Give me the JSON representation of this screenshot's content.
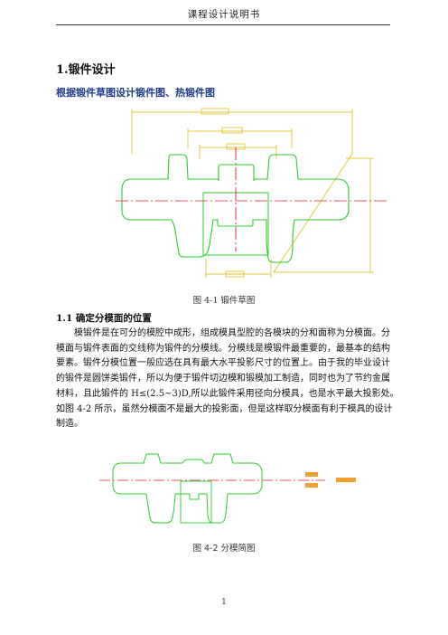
{
  "header": {
    "title": "课程设计说明书"
  },
  "section": {
    "title": "1.锻件设计",
    "subtitle": "根据锻件草图设计锻件图、热锻件图"
  },
  "figure1": {
    "caption": "图 4-1 锻件草图"
  },
  "subsection": {
    "title": "1.1 确定分模面的位置"
  },
  "body": {
    "lines": [
      "模锻件是在可分的模腔中成形，组成模具型腔的各模块的分和面称为分模面。分",
      "模面与锻件表面的交线称为锻件的分模线。分模线是模锻件最重要的，最基本的结构",
      "要素。锻件分模位置一般应选在具有最大水平投影尺寸的位置上。由于我的毕业设计",
      "的锻件是圆饼类锻件，所以为便于锻件切边模和锻模加工制造，同时也为了节约金属",
      "材料，且此锻件的 H≤(2.5~3)D,所以此锻件采用径向分模具，也是水平最大投影处。",
      "如图 4-2 所示，虽然分模面不是最大的投影面，但是这样取分模面有利于模具的设计",
      "制造。"
    ]
  },
  "figure2": {
    "caption": "图 4-2 分模简图"
  },
  "page": {
    "number": "1"
  },
  "colors": {
    "outline": "#2ecc2e",
    "dimension": "#d9b800",
    "centerline": "#e02020",
    "heading_blue": "#1e3c8c"
  }
}
